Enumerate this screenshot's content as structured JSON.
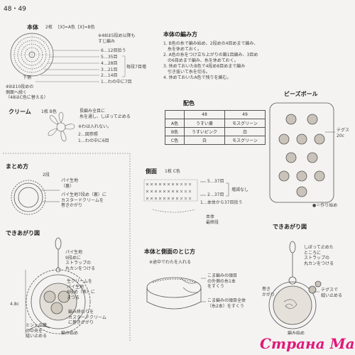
{
  "page_number": "48・49",
  "section1": {
    "title": "本体",
    "count": "2枚",
    "legend": "[X]=A色  [X]=B色",
    "note1": "※48は5段め以降も\nすじ編み",
    "rows": [
      "6…12目拾う",
      "5…35目",
      "4…28目",
      "3…21目",
      "2…14目",
      "1…わの中に7目"
    ],
    "brace_label": "毎段7目増",
    "bottom_label": "下側",
    "note2": "49は10段めの\n側面へ続く\n（48はC色に替える）"
  },
  "section2": {
    "title": "クリーム",
    "count": "1枚 B色",
    "desc": "長編み全目に\n糸を通し、しぼって止める",
    "note": "※わは入れない。",
    "rows": [
      "2…図参照",
      "1…わの中に6目"
    ]
  },
  "section3": {
    "title": "まとめ方",
    "labels": [
      "2段",
      "パイ生地\n（裏）",
      "パイ生地7段め（裏）に\nカスタードクリームを\n巻きかがり"
    ]
  },
  "section4": {
    "title": "できあがり図",
    "labels": [
      "パイ生地\n9段めに\nストラップの\n丸カンをつける",
      "生クリームを\nパイ生地\n8段め（表）に\nまつる",
      "4.8c",
      "編み終わりを\nカスタードクリーム\nに巻きかがり",
      "ミントの葉\nの中央を\n縫い止める",
      "編み始め"
    ]
  },
  "section5": {
    "title": "本体の編み方",
    "steps": [
      "1. B色の糸で編み始め、2段めの4目めまで編み、\n　糸を休めておく。",
      "2. A色の糸をつけ立ち上がりの鎖1目編み、3目め\n　の6目めまで編み、糸を休めておく。",
      "3. 休めておいたB色で4段め8目めまで編み\n　引き抜いて糸を切る。",
      "4. 休めておいたA色で残りを編む。"
    ]
  },
  "color_table": {
    "title": "配色",
    "headers": [
      "",
      "48",
      "49"
    ],
    "rows": [
      [
        "A色",
        "うすい黄",
        "モスグリーン"
      ],
      [
        "B色",
        "うすいピンク",
        "白"
      ],
      [
        "C色",
        "白",
        "モスグリーン"
      ]
    ]
  },
  "section6": {
    "title": "ビーズボール",
    "labels": [
      "テグス\n20c",
      "●＝作り始め"
    ]
  },
  "section7": {
    "title": "側面",
    "count": "1枚 C色",
    "labels": [
      "5…37目",
      "増減なし",
      "2…37目",
      "1…本体から37目拾う",
      "本体\n最終段"
    ]
  },
  "section8": {
    "title": "本体と側面のとじ方",
    "labels": [
      "※途中でわたを入れる",
      "こま編みの頭目\nの外側の糸1本\nをすくう",
      "こま編みの頭目全体\n（糸2本）をすくう"
    ]
  },
  "section9": {
    "title": "できあがり図",
    "labels": [
      "しぼって止めた\nところに\nストラップの\n丸カンをつける",
      "巻き\nかがり",
      "テグスで\n縫い止める",
      "編み始め"
    ]
  },
  "watermark": "Страна Мам"
}
